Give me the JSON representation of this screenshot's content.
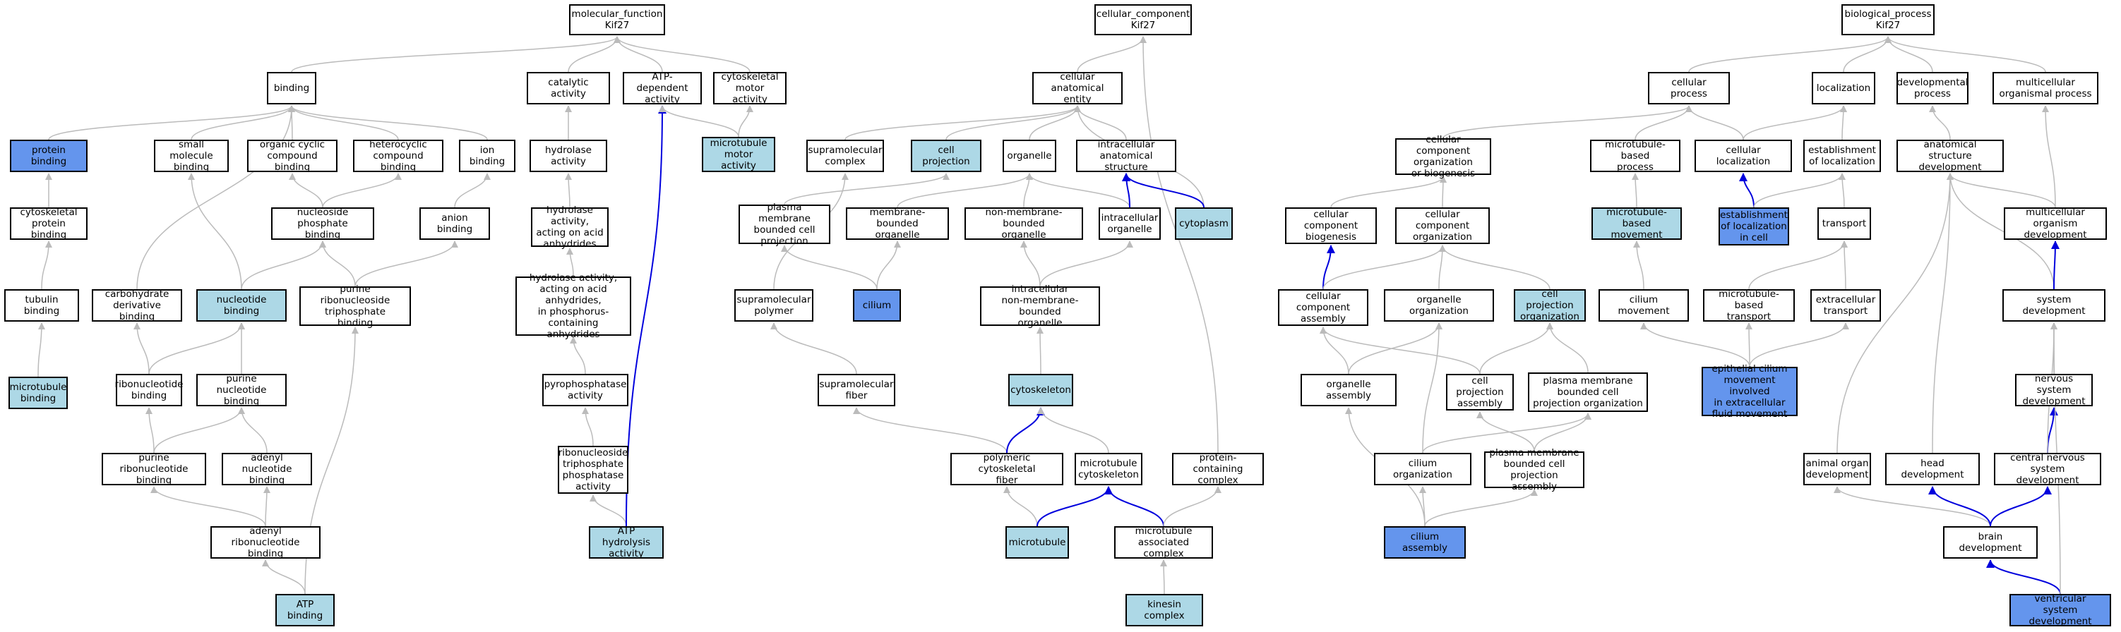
{
  "colors": {
    "plain_fill": "#ffffff",
    "light_fill": "#add8e6",
    "dark_fill": "#6495ed",
    "plain_edge": "#bbbbbb",
    "highlight_edge": "#0000dd"
  },
  "nodes": {
    "mf_root": "molecular_function\nKif27",
    "binding": "binding",
    "protein_binding": "protein binding",
    "cytoskeletal_protein_binding": "cytoskeletal\nprotein binding",
    "tubulin_binding": "tubulin binding",
    "microtubule_binding": "microtubule\nbinding",
    "small_molecule_binding": "small molecule\nbinding",
    "organic_cyclic": "organic cyclic\ncompound binding",
    "heterocyclic": "heterocyclic\ncompound binding",
    "ion_binding": "ion binding",
    "anion_binding": "anion binding",
    "nucleoside_phosphate_binding": "nucleoside phosphate\nbinding",
    "carbohydrate_derivative": "carbohydrate\nderivative binding",
    "nucleotide_binding": "nucleotide binding",
    "purine_ribonucleoside_tp": "purine ribonucleoside\ntriphosphate\nbinding",
    "ribonucleotide_binding": "ribonucleotide\nbinding",
    "purine_nucleotide_binding": "purine nucleotide\nbinding",
    "purine_ribonucleotide_binding": "purine ribonucleotide\nbinding",
    "adenyl_nucleotide_binding": "adenyl nucleotide\nbinding",
    "adenyl_ribonucleotide_binding": "adenyl ribonucleotide\nbinding",
    "atp_binding": "ATP binding",
    "catalytic_activity": "catalytic activity",
    "hydrolase_activity": "hydrolase activity",
    "hydrolase_anhydrides": "hydrolase activity,\nacting on acid\nanhydrides",
    "hydrolase_phosphorus": "hydrolase activity,\nacting on acid\nanhydrides,\nin phosphorus-containing\nanhydrides",
    "pyrophosphatase": "pyrophosphatase\nactivity",
    "ribonucleoside_tp_phosphatase": "ribonucleoside\ntriphosphate\nphosphatase\nactivity",
    "atp_hydrolysis": "ATP hydrolysis\nactivity",
    "atp_dependent": "ATP-dependent\nactivity",
    "cytoskeletal_motor": "cytoskeletal\nmotor activity",
    "microtubule_motor": "microtubule\nmotor activity",
    "cc_root": "cellular_component\nKif27",
    "cellular_anatomical_entity": "cellular anatomical\nentity",
    "supramolecular_complex": "supramolecular\ncomplex",
    "cell_projection": "cell projection",
    "organelle": "organelle",
    "intracellular_anatomical_structure": "intracellular\nanatomical structure",
    "plasma_membrane_bounded_cell_projection": "plasma membrane\nbounded cell\nprojection",
    "membrane_bounded_organelle": "membrane-bounded\norganelle",
    "non_membrane_bounded_organelle": "non-membrane-bounded\norganelle",
    "intracellular_organelle": "intracellular\norganelle",
    "cytoplasm": "cytoplasm",
    "supramolecular_polymer": "supramolecular\npolymer",
    "cilium": "cilium",
    "intracellular_non_membrane": "intracellular\nnon-membrane-bounded\norganelle",
    "supramolecular_fiber": "supramolecular\nfiber",
    "cytoskeleton": "cytoskeleton",
    "polymeric_cytoskeletal_fiber": "polymeric cytoskeletal\nfiber",
    "microtubule_cytoskeleton": "microtubule\ncytoskeleton",
    "protein_containing_complex": "protein-containing\ncomplex",
    "microtubule": "microtubule",
    "microtubule_associated_complex": "microtubule\nassociated complex",
    "kinesin_complex": "kinesin complex",
    "bp_root": "biological_process\nKif27",
    "cellular_process": "cellular process",
    "localization": "localization",
    "developmental_process": "developmental\nprocess",
    "multicellular_organismal_process": "multicellular\norganismal process",
    "cc_org_or_biogenesis": "cellular component\norganization\nor biogenesis",
    "microtubule_based_process": "microtubule-based\nprocess",
    "cellular_localization": "cellular localization",
    "establishment_of_localization": "establishment\nof localization",
    "anatomical_structure_development": "anatomical structure\ndevelopment",
    "cc_biogenesis": "cellular component\nbiogenesis",
    "cc_organization": "cellular component\norganization",
    "microtubule_based_movement": "microtubule-based\nmovement",
    "establishment_of_localization_in_cell": "establishment\nof localization\nin cell",
    "transport": "transport",
    "multicellular_organism_development": "multicellular\norganism development",
    "cc_assembly": "cellular component\nassembly",
    "organelle_organization": "organelle organization",
    "cell_projection_organization": "cell projection\norganization",
    "cilium_movement": "cilium movement",
    "microtubule_based_transport": "microtubule-based\ntransport",
    "extracellular_transport": "extracellular\ntransport",
    "system_development": "system development",
    "organelle_assembly": "organelle assembly",
    "cell_projection_assembly": "cell projection\nassembly",
    "pm_bounded_cell_projection_org": "plasma membrane\nbounded cell\nprojection organization",
    "epithelial_cilium_movement": "epithelial cilium\nmovement involved\nin extracellular\nfluid movement",
    "nervous_system_development": "nervous system\ndevelopment",
    "cilium_organization": "cilium organization",
    "pm_bounded_cell_projection_assembly": "plasma membrane\nbounded cell\nprojection assembly",
    "animal_organ_development": "animal organ\ndevelopment",
    "head_development": "head development",
    "cns_development": "central nervous\nsystem development",
    "cilium_assembly": "cilium assembly",
    "brain_development": "brain development",
    "ventricular_system_development": "ventricular\nsystem development"
  }
}
